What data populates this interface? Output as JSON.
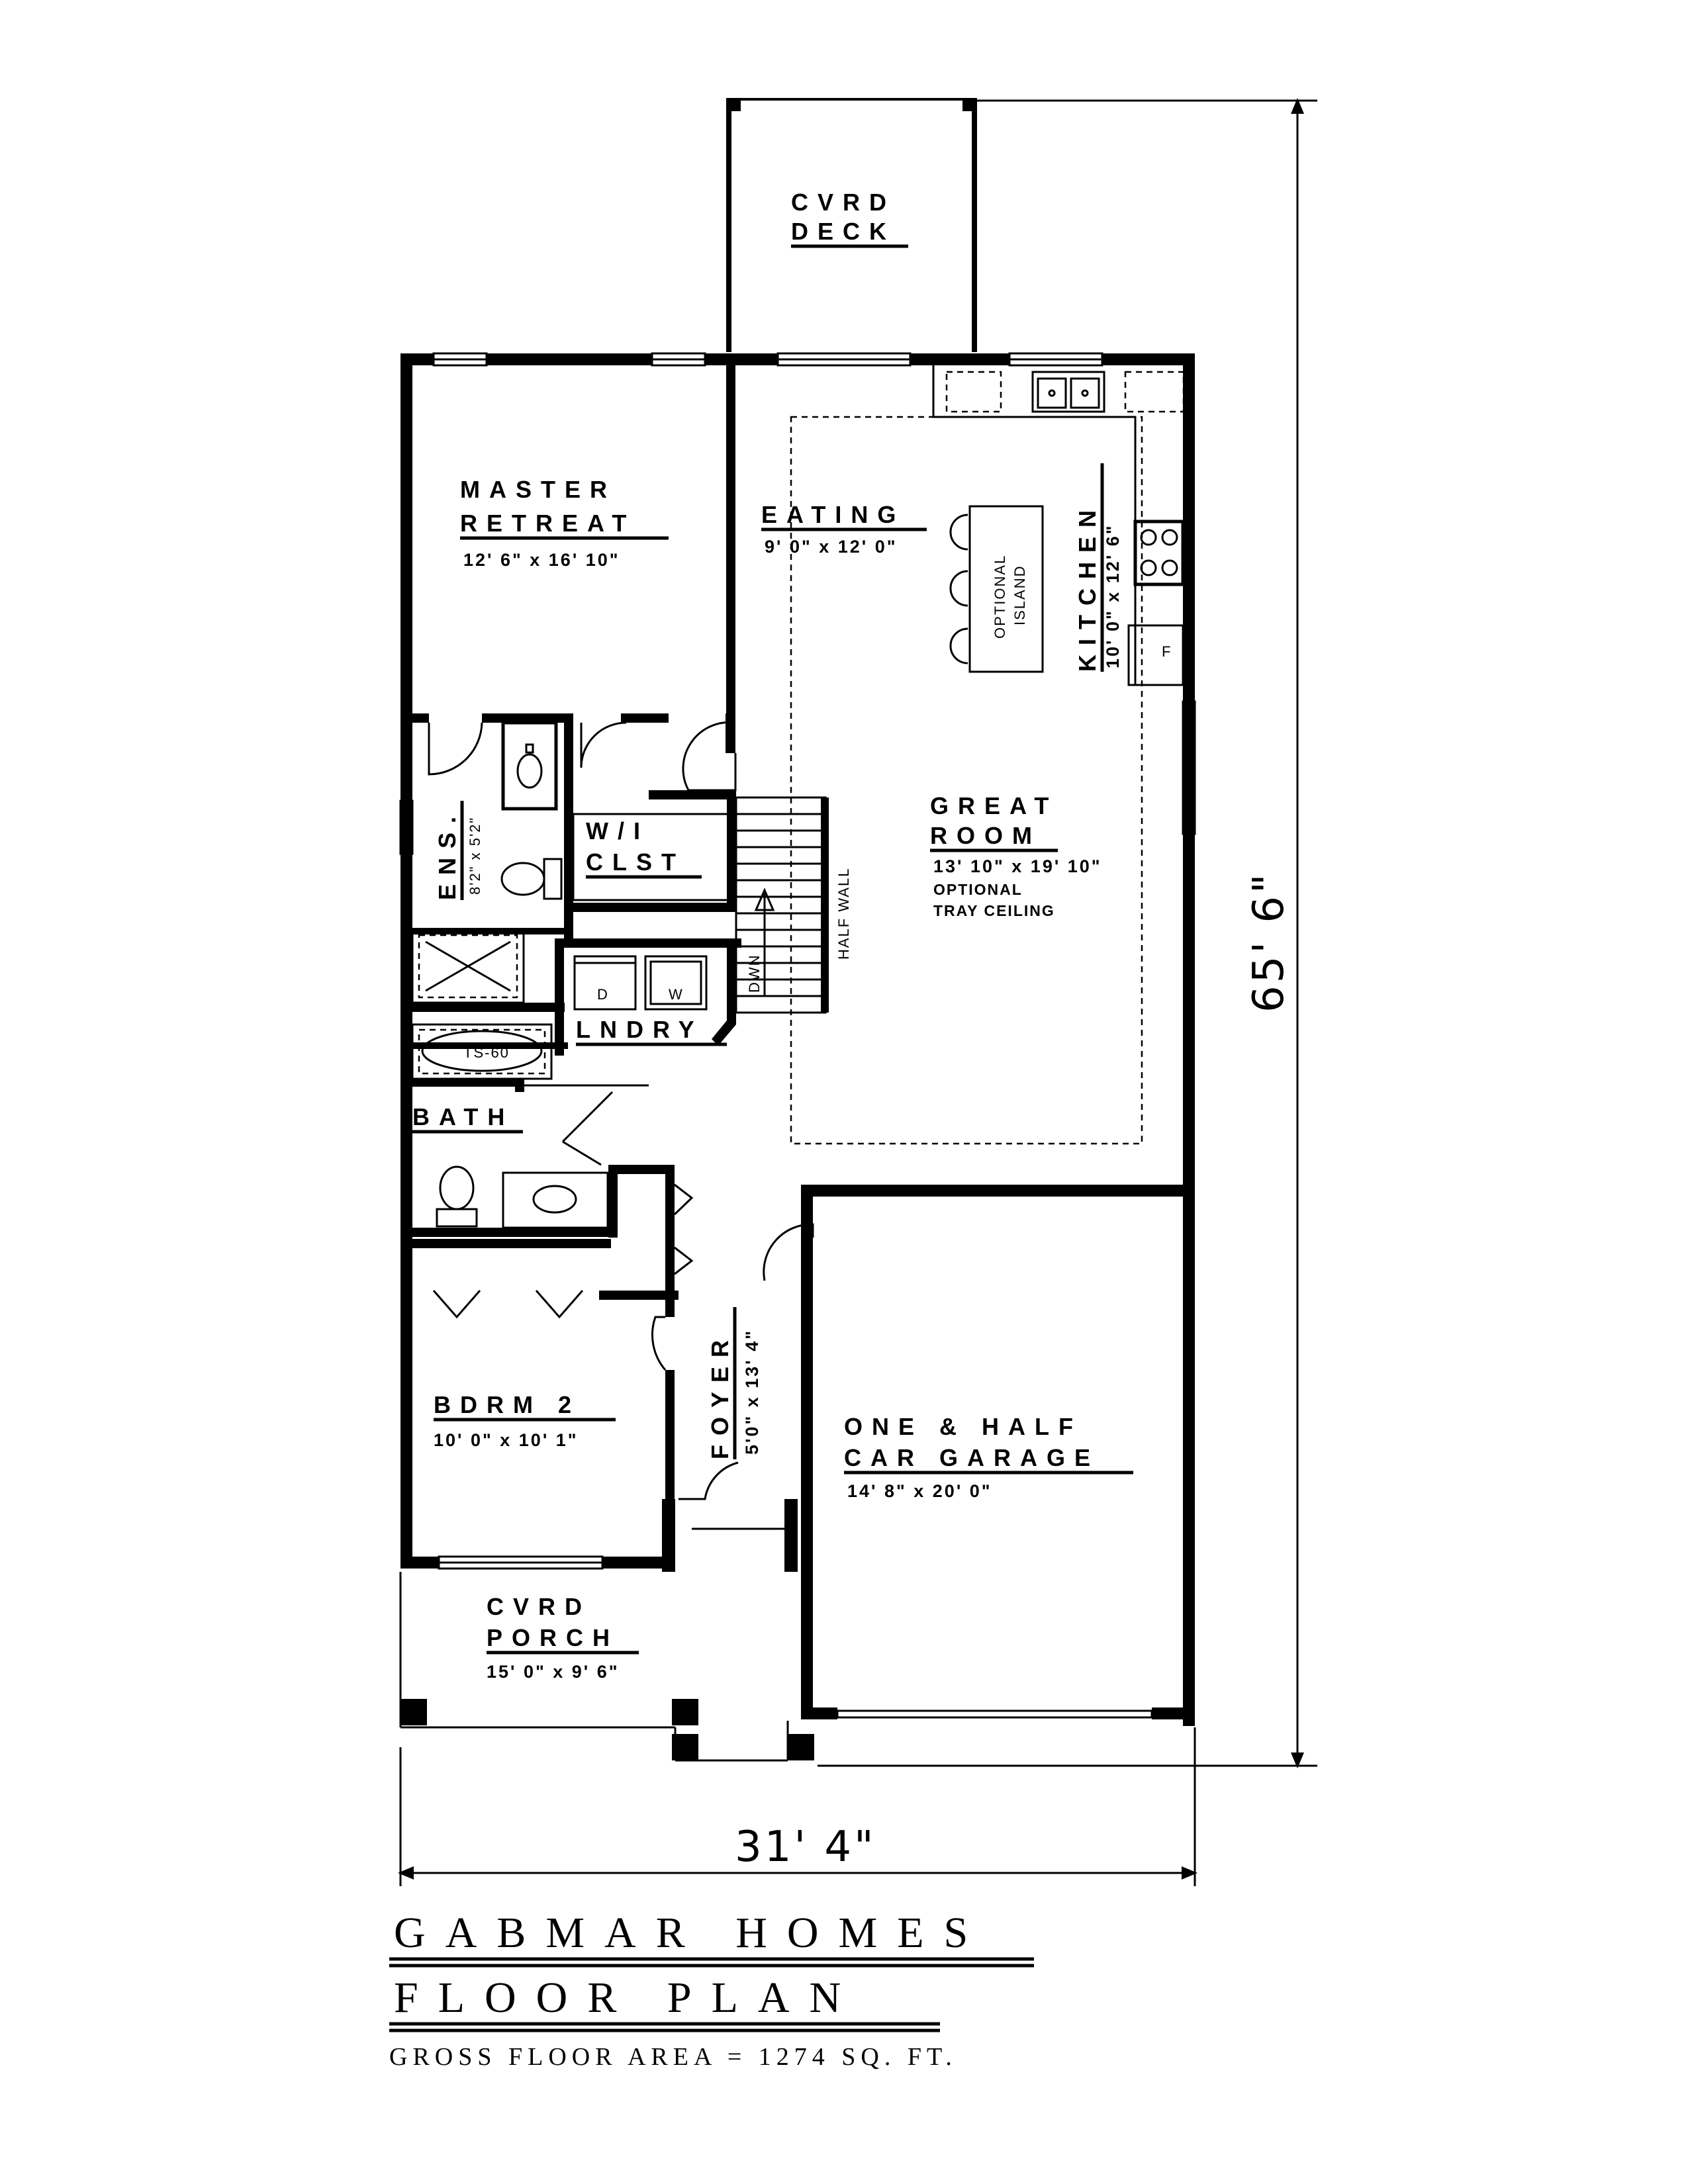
{
  "rooms": {
    "deck": {
      "line1": "CVRD",
      "line2": "DECK"
    },
    "master": {
      "line1": "MASTER",
      "line2": "RETREAT",
      "dims": "12' 6\" x 16' 10\""
    },
    "eating": {
      "name": "EATING",
      "dims": "9' 0\" x 12' 0\""
    },
    "island": {
      "line1": "OPTIONAL",
      "line2": "ISLAND"
    },
    "kitchen": {
      "name": "KITCHEN",
      "dims": "10' 0\" x 12' 6\""
    },
    "ens": {
      "name": "ENS.",
      "dims": "8'2\" x 5'2\""
    },
    "wic": {
      "line1": "W/I",
      "line2": "CLST"
    },
    "great": {
      "line1": "GREAT",
      "line2": "ROOM",
      "dims": "13' 10\" x 19' 10\"",
      "note1": "OPTIONAL",
      "note2": "TRAY CEILING"
    },
    "half_wall": "HALF WALL",
    "dwn": "DWN",
    "laundry": {
      "name": "LNDRY",
      "dryer": "D",
      "washer": "W"
    },
    "tub": "TS-60",
    "bath": "BATH",
    "bdrm2": {
      "name": "BDRM 2",
      "dims": "10' 0\" x 10' 1\""
    },
    "foyer": {
      "name": "FOYER",
      "dims": "5'0\" x 13' 4\""
    },
    "garage": {
      "line1": "ONE & HALF",
      "line2": "CAR GARAGE",
      "dims": "14' 8\" x 20' 0\""
    },
    "porch": {
      "line1": "CVRD",
      "line2": "PORCH",
      "dims": "15' 0\" x 9' 6\""
    },
    "fridge": "F"
  },
  "dimensions": {
    "overall_depth": "65' 6\"",
    "overall_width": "31' 4\""
  },
  "title_block": {
    "company": "GABMAR HOMES",
    "subtitle": "FLOOR PLAN",
    "area": "GROSS FLOOR AREA = 1274 SQ. FT."
  }
}
